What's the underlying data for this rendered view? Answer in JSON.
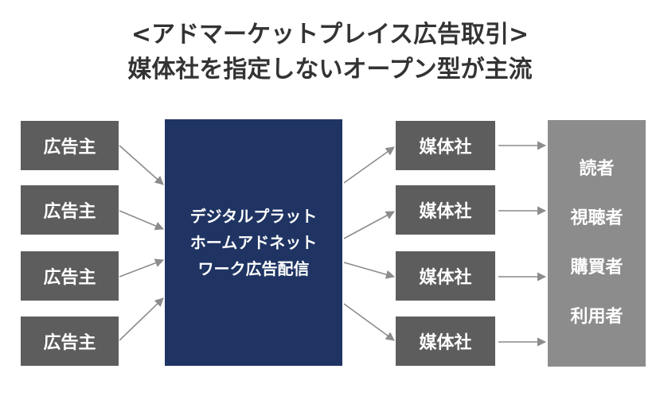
{
  "title": {
    "line1": "<アドマーケットプレイス広告取引>",
    "line2": "媒体社を指定しないオープン型が主流"
  },
  "advertisers": [
    "広告主",
    "広告主",
    "広告主",
    "広告主"
  ],
  "network": {
    "lines": [
      "デジタルプラット",
      "ホームアドネット",
      "ワーク広告配信"
    ]
  },
  "publishers": [
    "媒体社",
    "媒体社",
    "媒体社",
    "媒体社"
  ],
  "audience": [
    "読者",
    "視聴者",
    "購買者",
    "利用者"
  ],
  "colors": {
    "advertiser_box": "#5d5d5d",
    "network_box": "#1f3463",
    "publisher_box": "#5d5d5d",
    "audience_box": "#8c8c8c",
    "arrow": "#8c8c8c"
  }
}
